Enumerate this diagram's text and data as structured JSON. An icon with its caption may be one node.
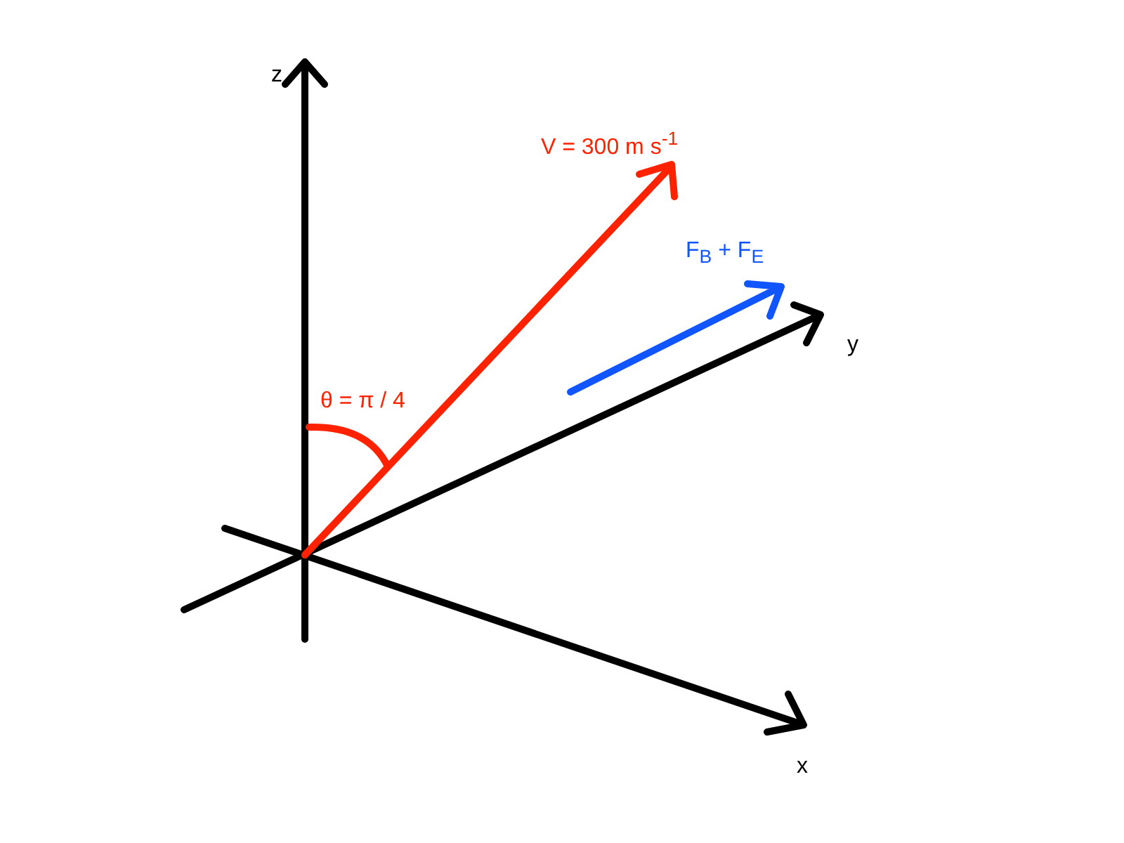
{
  "diagram": {
    "labels": [
      "z",
      "V = 300 m s$^{-1}$",
      "F$_{B}$ + F$_{E}$",
      "y",
      "θ = π / 4",
      "x"
    ]
  }
}
